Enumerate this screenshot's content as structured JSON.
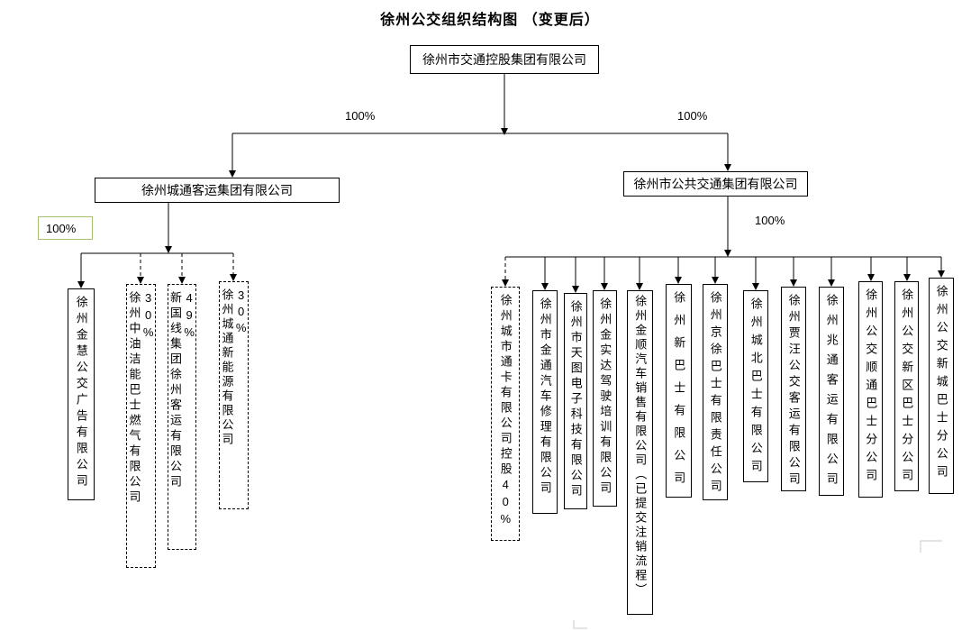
{
  "title": "徐州公交组织结构图 （变更后）",
  "root": {
    "label": "徐州市交通控股集团有限公司"
  },
  "ownership": {
    "root_to_left": "100%",
    "root_to_right": "100%",
    "left_branch_sub": "100%",
    "right_branch_sub": "100%"
  },
  "left_branch": {
    "label": "徐州城通客运集团有限公司",
    "children": [
      {
        "label": "徐州金慧公交广告有限公司",
        "border": "solid"
      },
      {
        "label": "徐州中油洁能巴士燃气有限公司 30%",
        "border": "dashed"
      },
      {
        "label": "新国线集团徐州客运有限公司 49%",
        "border": "dashed"
      },
      {
        "label": "徐州城通新能源有限公司 30%",
        "border": "dashed"
      }
    ]
  },
  "right_branch": {
    "label": "徐州市公共交通集团有限公司",
    "children": [
      {
        "label": "徐州城市通卡有限公司控股40%",
        "border": "dashed"
      },
      {
        "label": "徐州市金通汽车修理有限公司",
        "border": "solid"
      },
      {
        "label": "徐州市天图电子科技有限公司",
        "border": "solid"
      },
      {
        "label": "徐州金实达驾驶培训有限公司",
        "border": "solid"
      },
      {
        "label": "徐州金顺汽车销售有限公司（已提交注销流程）",
        "border": "solid"
      },
      {
        "label": "徐州新巴士有限公司",
        "border": "solid"
      },
      {
        "label": "徐州京徐巴士有限责任公司",
        "border": "solid"
      },
      {
        "label": "徐州城北巴士有限公司",
        "border": "solid"
      },
      {
        "label": "徐州贾汪公交客运有限公司",
        "border": "solid"
      },
      {
        "label": "徐州兆通客运有限公司",
        "border": "solid"
      },
      {
        "label": "徐州公交顺通巴士分公司",
        "border": "solid"
      },
      {
        "label": "徐州公交新区巴士分公司",
        "border": "solid"
      },
      {
        "label": "徐州公交新城巴士分公司",
        "border": "solid"
      }
    ]
  },
  "colors": {
    "line": "#000000",
    "accent_border": "#a6bf6e",
    "background": "#ffffff"
  }
}
